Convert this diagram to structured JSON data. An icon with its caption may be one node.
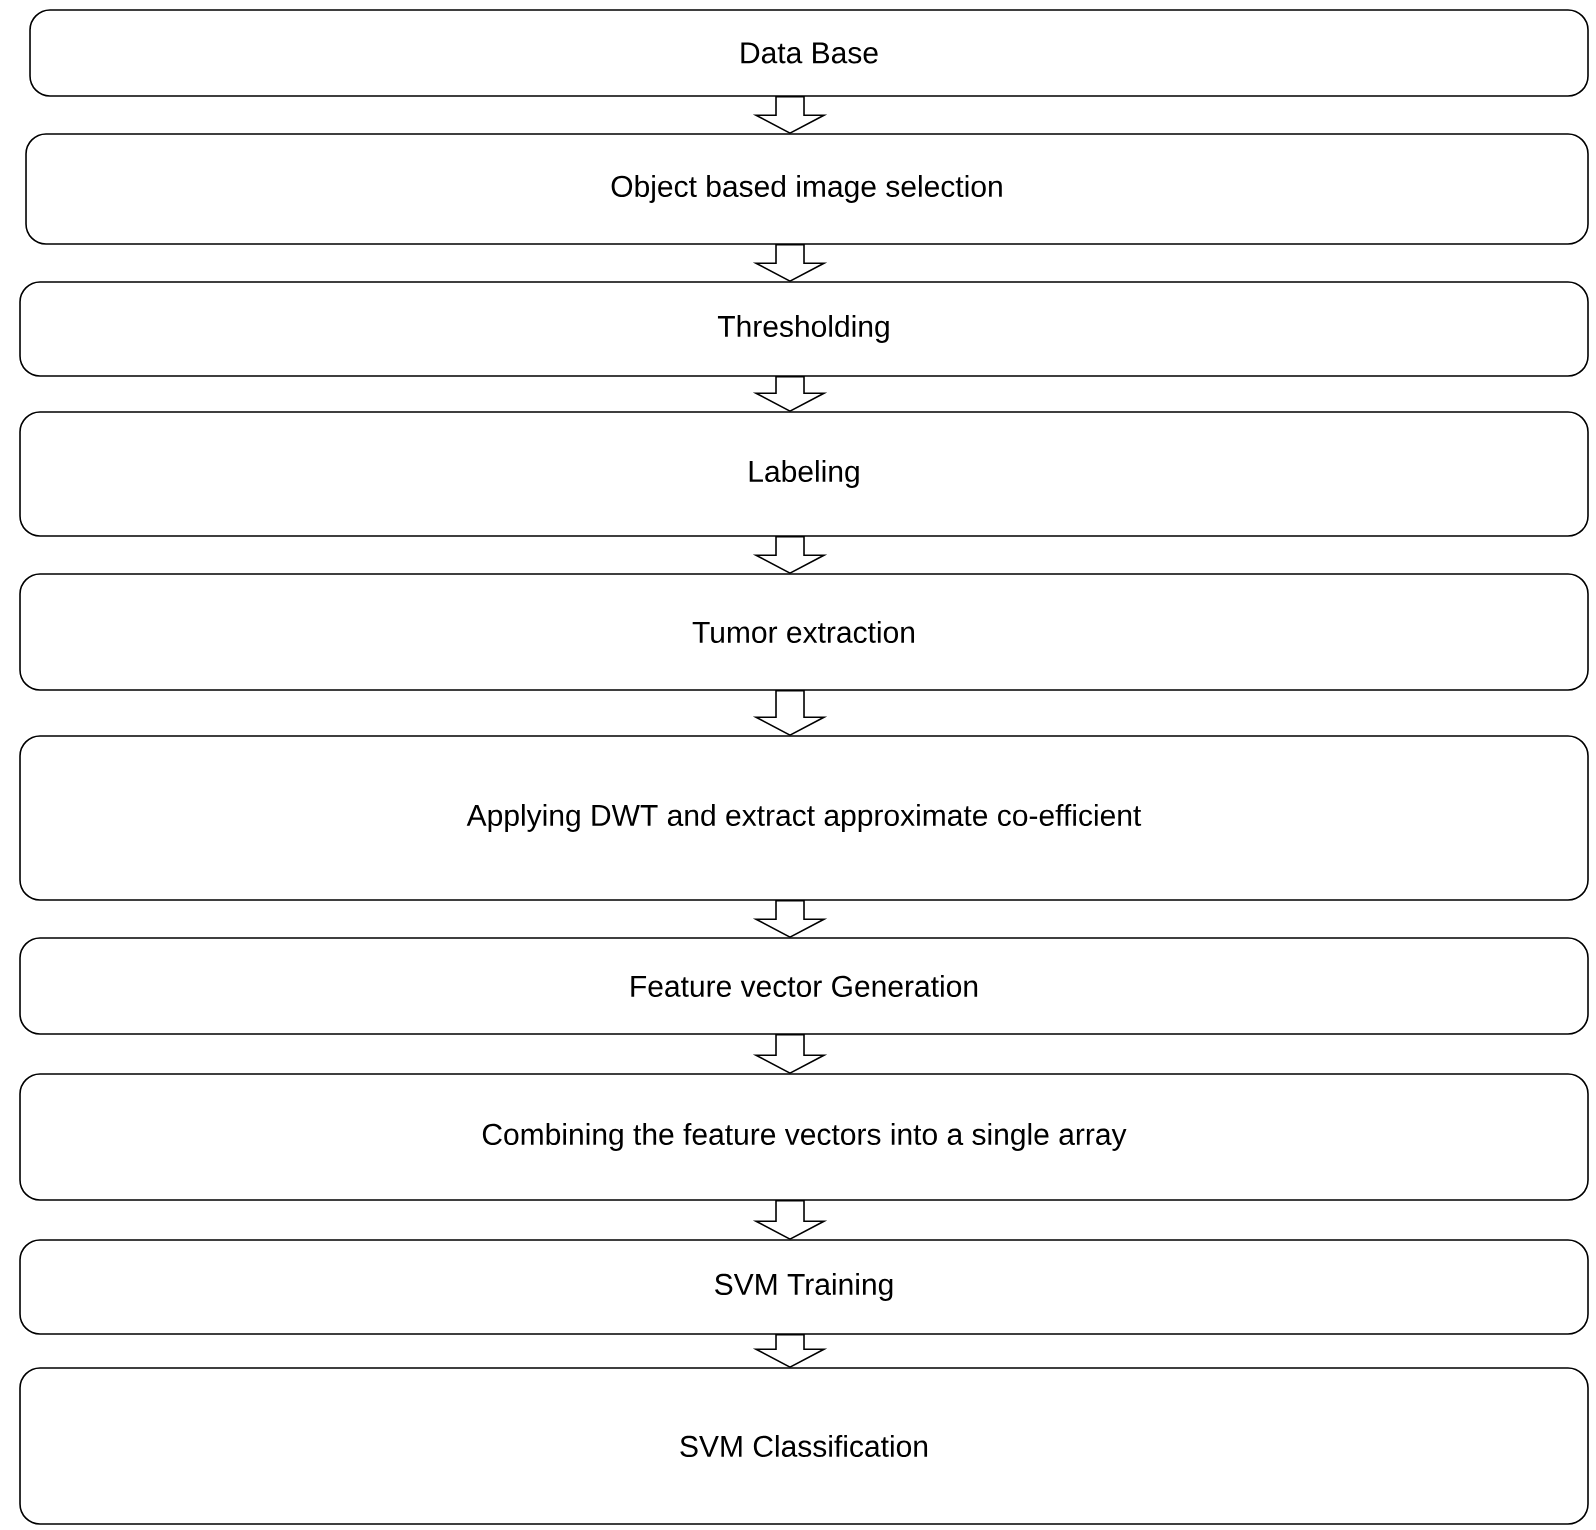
{
  "diagram": {
    "nodes": [
      {
        "text": [
          "Data Base"
        ]
      },
      {
        "text": [
          "Object based image selection"
        ]
      },
      {
        "text": [
          "Thresholding"
        ]
      },
      {
        "text": [
          "Labeling"
        ]
      },
      {
        "text": [
          "Tumor extraction"
        ]
      },
      {
        "text": [
          "Applying DWT and extract approximate co-efficient"
        ]
      },
      {
        "text": [
          "Feature vector Generation"
        ]
      },
      {
        "text": [
          "Combining the feature vectors into a single array"
        ]
      },
      {
        "text": [
          "SVM Training"
        ]
      },
      {
        "text": [
          "SVM Classification"
        ]
      }
    ],
    "edges": [
      {
        "from": 0,
        "to": 1,
        "arrow": "to"
      },
      {
        "from": 1,
        "to": 2,
        "arrow": "to"
      },
      {
        "from": 2,
        "to": 3,
        "arrow": "to"
      },
      {
        "from": 3,
        "to": 4,
        "arrow": "to"
      },
      {
        "from": 4,
        "to": 5,
        "arrow": "to"
      },
      {
        "from": 5,
        "to": 6,
        "arrow": "to"
      },
      {
        "from": 6,
        "to": 7,
        "arrow": "to"
      },
      {
        "from": 7,
        "to": 8,
        "arrow": "to"
      },
      {
        "from": 8,
        "to": 9,
        "arrow": "to"
      }
    ]
  }
}
